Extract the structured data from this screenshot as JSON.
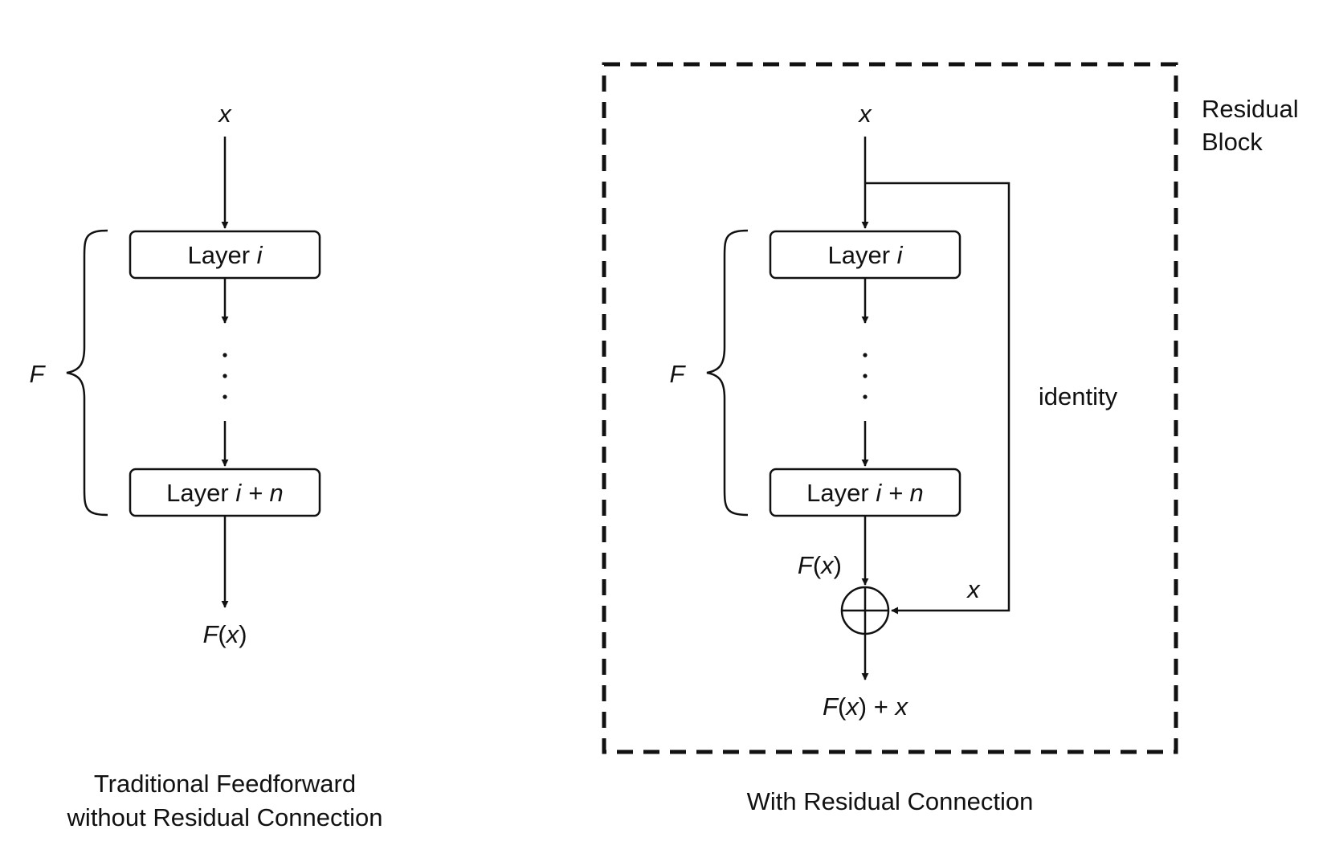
{
  "left": {
    "input_label": "x",
    "brace_label": "F",
    "layer_top": {
      "prefix": "Layer ",
      "italic": "i"
    },
    "layer_bottom": {
      "prefix": "Layer ",
      "italic": "i + n"
    },
    "output": {
      "f": "F",
      "open": "(",
      "x": "x",
      "close": ")"
    },
    "caption_line1": "Traditional Feedforward",
    "caption_line2": "without Residual Connection"
  },
  "right": {
    "block_label_line1": "Residual",
    "block_label_line2": "Block",
    "input_label": "x",
    "brace_label": "F",
    "layer_top": {
      "prefix": "Layer ",
      "italic": "i"
    },
    "layer_bottom": {
      "prefix": "Layer ",
      "italic": "i + n"
    },
    "identity_label": "identity",
    "skip_label": "x",
    "fx": {
      "f": "F",
      "open": "(",
      "x": "x",
      "close": ")"
    },
    "output": {
      "f": "F",
      "open": "(",
      "x": "x",
      "close": ")",
      "plus": " + ",
      "x2": "x"
    },
    "caption": "With Residual Connection"
  }
}
